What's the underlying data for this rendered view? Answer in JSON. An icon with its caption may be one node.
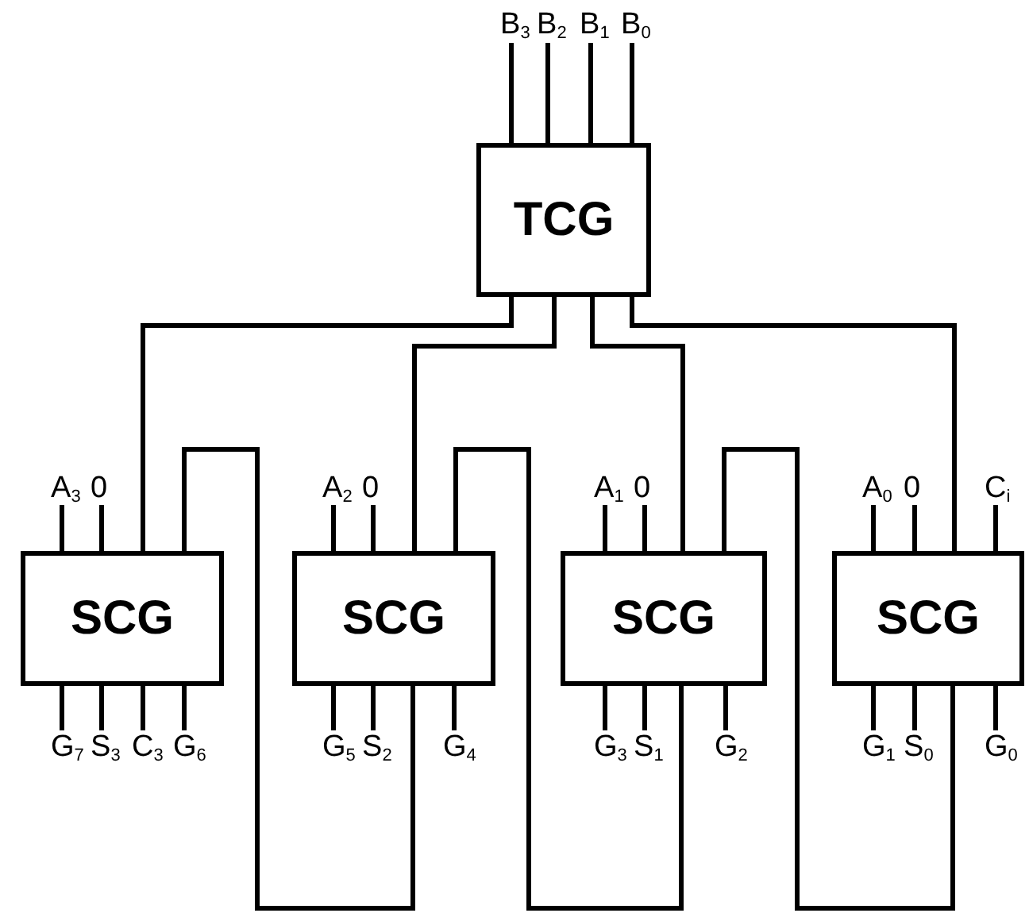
{
  "diagram": {
    "nodes": [
      {
        "text": [
          "TCG"
        ]
      },
      {
        "text": [
          "SCG"
        ]
      },
      {
        "text": [
          "SCG"
        ]
      },
      {
        "text": [
          "SCG"
        ]
      },
      {
        "text": [
          "SCG"
        ]
      },
      {
        "text": [
          "B$_{3}$"
        ]
      },
      {
        "text": [
          "B$_{2}$"
        ]
      },
      {
        "text": [
          "B$_{1}$"
        ]
      },
      {
        "text": [
          "B$_{0}$"
        ]
      },
      {
        "text": [
          "A$_{3}$"
        ]
      },
      {
        "text": [
          "0"
        ]
      },
      {
        "text": [
          "A$_{2}$"
        ]
      },
      {
        "text": [
          "0"
        ]
      },
      {
        "text": [
          "A$_{1}$"
        ]
      },
      {
        "text": [
          "0"
        ]
      },
      {
        "text": [
          "A$_{0}$"
        ]
      },
      {
        "text": [
          "0"
        ]
      },
      {
        "text": [
          "C$_{i}$"
        ]
      },
      {
        "text": [
          "G$_{7}$"
        ]
      },
      {
        "text": [
          "S$_{3}$"
        ]
      },
      {
        "text": [
          "C$_{3}$"
        ]
      },
      {
        "text": [
          "G$_{6}$"
        ]
      },
      {
        "text": [
          "G$_{5}$"
        ]
      },
      {
        "text": [
          "S$_{2}$"
        ]
      },
      {
        "text": [
          "G$_{4}$"
        ]
      },
      {
        "text": [
          "G$_{3}$"
        ]
      },
      {
        "text": [
          "S$_{1}$"
        ]
      },
      {
        "text": [
          "G$_{2}$"
        ]
      },
      {
        "text": [
          "G$_{1}$"
        ]
      },
      {
        "text": [
          "S$_{0}$"
        ]
      },
      {
        "text": [
          "G$_{0}$"
        ]
      }
    ],
    "edges": [
      {
        "from": 0,
        "to": 1,
        "arrow": "none"
      },
      {
        "from": 0,
        "to": 2,
        "arrow": "none"
      },
      {
        "from": 0,
        "to": 3,
        "arrow": "none"
      },
      {
        "from": 0,
        "to": 4,
        "arrow": "none"
      },
      {
        "from": 2,
        "to": 1,
        "arrow": "none"
      },
      {
        "from": 3,
        "to": 2,
        "arrow": "none"
      },
      {
        "from": 4,
        "to": 3,
        "arrow": "none"
      },
      {
        "from": 5,
        "to": 0,
        "arrow": "none"
      },
      {
        "from": 6,
        "to": 0,
        "arrow": "none"
      },
      {
        "from": 7,
        "to": 0,
        "arrow": "none"
      },
      {
        "from": 8,
        "to": 0,
        "arrow": "none"
      },
      {
        "from": 9,
        "to": 1,
        "arrow": "none"
      },
      {
        "from": 10,
        "to": 1,
        "arrow": "none"
      },
      {
        "from": 11,
        "to": 2,
        "arrow": "none"
      },
      {
        "from": 12,
        "to": 2,
        "arrow": "none"
      },
      {
        "from": 13,
        "to": 3,
        "arrow": "none"
      },
      {
        "from": 14,
        "to": 3,
        "arrow": "none"
      },
      {
        "from": 15,
        "to": 4,
        "arrow": "none"
      },
      {
        "from": 16,
        "to": 4,
        "arrow": "none"
      },
      {
        "from": 17,
        "to": 4,
        "arrow": "none"
      },
      {
        "from": 1,
        "to": 18,
        "arrow": "none"
      },
      {
        "from": 1,
        "to": 19,
        "arrow": "none"
      },
      {
        "from": 1,
        "to": 20,
        "arrow": "none"
      },
      {
        "from": 1,
        "to": 21,
        "arrow": "none"
      },
      {
        "from": 2,
        "to": 22,
        "arrow": "none"
      },
      {
        "from": 2,
        "to": 23,
        "arrow": "none"
      },
      {
        "from": 2,
        "to": 24,
        "arrow": "none"
      },
      {
        "from": 3,
        "to": 25,
        "arrow": "none"
      },
      {
        "from": 3,
        "to": 26,
        "arrow": "none"
      },
      {
        "from": 3,
        "to": 27,
        "arrow": "none"
      },
      {
        "from": 4,
        "to": 28,
        "arrow": "none"
      },
      {
        "from": 4,
        "to": 29,
        "arrow": "none"
      },
      {
        "from": 4,
        "to": 30,
        "arrow": "none"
      }
    ]
  }
}
